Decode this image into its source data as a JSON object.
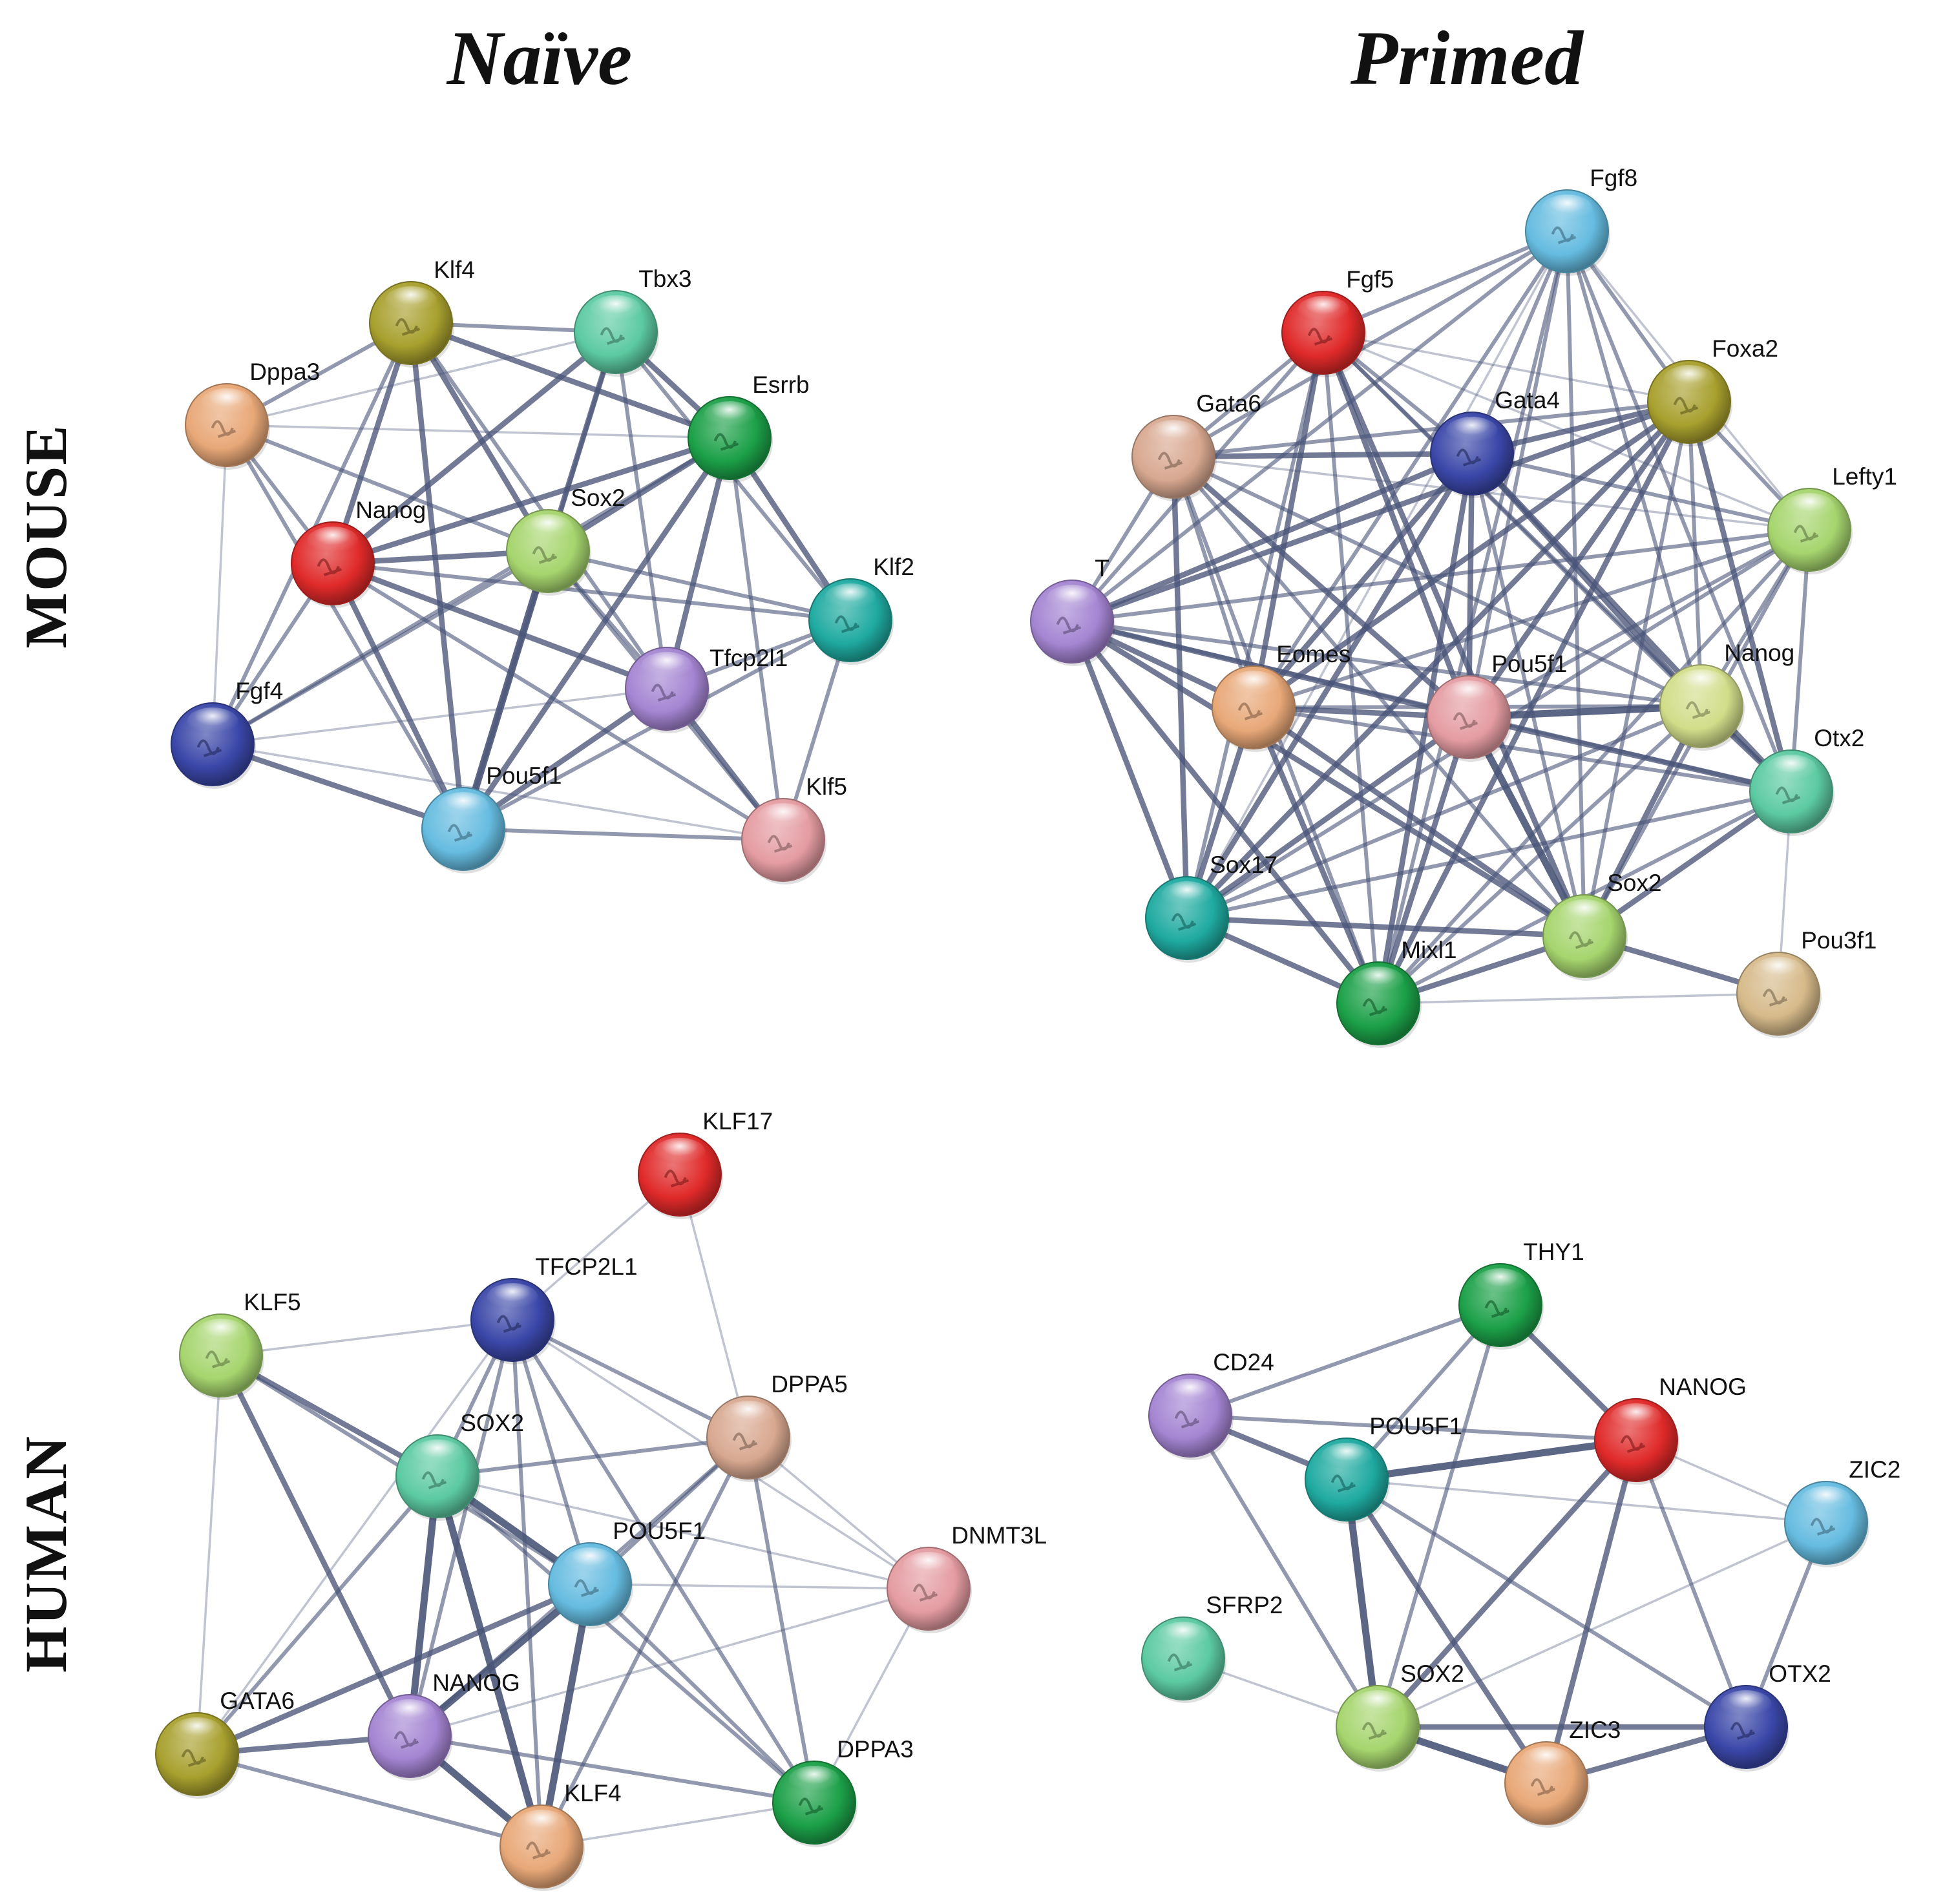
{
  "headings": {
    "col_naive": "Naïve",
    "col_primed": "Primed",
    "row_mouse": "MOUSE",
    "row_human": "HUMAN"
  },
  "colors": {
    "red": "#e02a2a",
    "olive": "#a8a02e",
    "mint": "#5ccaa2",
    "green": "#1ca048",
    "lime": "#a6d56e",
    "teal": "#1faaa0",
    "purple": "#a485d2",
    "navy": "#3a47a8",
    "sky": "#66bce0",
    "pink": "#e49ca2",
    "peach": "#e8a878",
    "tan": "#d8a890",
    "khaki": "#d2dd8a",
    "sand": "#d6ba8a",
    "edge": "#4a5578"
  },
  "networks": [
    {
      "id": "mouse-naive",
      "nodes": [
        {
          "id": "Klf4",
          "label": "Klf4",
          "color": "olive"
        },
        {
          "id": "Tbx3",
          "label": "Tbx3",
          "color": "mint"
        },
        {
          "id": "Dppa3",
          "label": "Dppa3",
          "color": "peach"
        },
        {
          "id": "Esrrb",
          "label": "Esrrb",
          "color": "green"
        },
        {
          "id": "Nanog",
          "label": "Nanog",
          "color": "red"
        },
        {
          "id": "Sox2",
          "label": "Sox2",
          "color": "lime"
        },
        {
          "id": "Klf2",
          "label": "Klf2",
          "color": "teal"
        },
        {
          "id": "Tfcp2l1",
          "label": "Tfcp2l1",
          "color": "purple"
        },
        {
          "id": "Fgf4",
          "label": "Fgf4",
          "color": "navy"
        },
        {
          "id": "Pou5f1",
          "label": "Pou5f1",
          "color": "sky"
        },
        {
          "id": "Klf5",
          "label": "Klf5",
          "color": "pink"
        }
      ],
      "edges": [
        [
          "Klf4",
          "Tbx3",
          2
        ],
        [
          "Klf4",
          "Dppa3",
          2
        ],
        [
          "Klf4",
          "Esrrb",
          3
        ],
        [
          "Klf4",
          "Nanog",
          3
        ],
        [
          "Klf4",
          "Sox2",
          3
        ],
        [
          "Klf4",
          "Tfcp2l1",
          2
        ],
        [
          "Klf4",
          "Pou5f1",
          3
        ],
        [
          "Klf4",
          "Fgf4",
          2
        ],
        [
          "Tbx3",
          "Esrrb",
          3
        ],
        [
          "Tbx3",
          "Nanog",
          3
        ],
        [
          "Tbx3",
          "Sox2",
          3
        ],
        [
          "Tbx3",
          "Tfcp2l1",
          2
        ],
        [
          "Tbx3",
          "Pou5f1",
          2
        ],
        [
          "Tbx3",
          "Dppa3",
          1
        ],
        [
          "Tbx3",
          "Klf2",
          2
        ],
        [
          "Dppa3",
          "Nanog",
          2
        ],
        [
          "Dppa3",
          "Sox2",
          2
        ],
        [
          "Dppa3",
          "Esrrb",
          1
        ],
        [
          "Dppa3",
          "Fgf4",
          1
        ],
        [
          "Dppa3",
          "Pou5f1",
          2
        ],
        [
          "Esrrb",
          "Nanog",
          3
        ],
        [
          "Esrrb",
          "Sox2",
          3
        ],
        [
          "Esrrb",
          "Klf2",
          3
        ],
        [
          "Esrrb",
          "Tfcp2l1",
          3
        ],
        [
          "Esrrb",
          "Pou5f1",
          3
        ],
        [
          "Esrrb",
          "Klf5",
          2
        ],
        [
          "Esrrb",
          "Fgf4",
          2
        ],
        [
          "Nanog",
          "Sox2",
          3
        ],
        [
          "Nanog",
          "Tfcp2l1",
          3
        ],
        [
          "Nanog",
          "Pou5f1",
          3
        ],
        [
          "Nanog",
          "Fgf4",
          2
        ],
        [
          "Nanog",
          "Klf2",
          2
        ],
        [
          "Nanog",
          "Klf5",
          2
        ],
        [
          "Sox2",
          "Tfcp2l1",
          2
        ],
        [
          "Sox2",
          "Pou5f1",
          4
        ],
        [
          "Sox2",
          "Fgf4",
          2
        ],
        [
          "Sox2",
          "Klf2",
          2
        ],
        [
          "Sox2",
          "Klf5",
          2
        ],
        [
          "Tfcp2l1",
          "Klf2",
          2
        ],
        [
          "Tfcp2l1",
          "Pou5f1",
          3
        ],
        [
          "Tfcp2l1",
          "Klf5",
          3
        ],
        [
          "Tfcp2l1",
          "Fgf4",
          1
        ],
        [
          "Klf2",
          "Pou5f1",
          2
        ],
        [
          "Klf2",
          "Klf5",
          2
        ],
        [
          "Fgf4",
          "Pou5f1",
          3
        ],
        [
          "Fgf4",
          "Klf5",
          1
        ],
        [
          "Pou5f1",
          "Klf5",
          2
        ]
      ]
    },
    {
      "id": "mouse-primed",
      "nodes": [
        {
          "id": "Fgf8",
          "label": "Fgf8",
          "color": "sky"
        },
        {
          "id": "Fgf5",
          "label": "Fgf5",
          "color": "red"
        },
        {
          "id": "Foxa2",
          "label": "Foxa2",
          "color": "olive"
        },
        {
          "id": "Gata6",
          "label": "Gata6",
          "color": "tan"
        },
        {
          "id": "Gata4",
          "label": "Gata4",
          "color": "navy"
        },
        {
          "id": "Lefty1",
          "label": "Lefty1",
          "color": "lime"
        },
        {
          "id": "T",
          "label": "T",
          "color": "purple"
        },
        {
          "id": "Eomes",
          "label": "Eomes",
          "color": "peach"
        },
        {
          "id": "Pou5f1",
          "label": "Pou5f1",
          "color": "pink"
        },
        {
          "id": "Nanog",
          "label": "Nanog",
          "color": "khaki"
        },
        {
          "id": "Otx2",
          "label": "Otx2",
          "color": "mint"
        },
        {
          "id": "Sox17",
          "label": "Sox17",
          "color": "teal"
        },
        {
          "id": "Sox2",
          "label": "Sox2",
          "color": "lime"
        },
        {
          "id": "Mixl1",
          "label": "Mixl1",
          "color": "green"
        },
        {
          "id": "Pou3f1",
          "label": "Pou3f1",
          "color": "sand"
        }
      ],
      "edges": [
        [
          "Fgf8",
          "Fgf5",
          2
        ],
        [
          "Fgf8",
          "Foxa2",
          2
        ],
        [
          "Fgf8",
          "Gata6",
          2
        ],
        [
          "Fgf8",
          "Gata4",
          2
        ],
        [
          "Fgf8",
          "Lefty1",
          1
        ],
        [
          "Fgf8",
          "Eomes",
          2
        ],
        [
          "Fgf8",
          "Pou5f1",
          2
        ],
        [
          "Fgf8",
          "Nanog",
          2
        ],
        [
          "Fgf8",
          "Otx2",
          2
        ],
        [
          "Fgf8",
          "Sox2",
          2
        ],
        [
          "Fgf8",
          "Mixl1",
          2
        ],
        [
          "Fgf8",
          "Sox17",
          1
        ],
        [
          "Fgf8",
          "T",
          2
        ],
        [
          "Fgf5",
          "Gata6",
          2
        ],
        [
          "Fgf5",
          "Gata4",
          2
        ],
        [
          "Fgf5",
          "Foxa2",
          1
        ],
        [
          "Fgf5",
          "Eomes",
          3
        ],
        [
          "Fgf5",
          "Pou5f1",
          3
        ],
        [
          "Fgf5",
          "Nanog",
          2
        ],
        [
          "Fgf5",
          "Otx2",
          2
        ],
        [
          "Fgf5",
          "Sox2",
          3
        ],
        [
          "Fgf5",
          "Mixl1",
          2
        ],
        [
          "Fgf5",
          "Sox17",
          2
        ],
        [
          "Fgf5",
          "T",
          2
        ],
        [
          "Fgf5",
          "Lefty1",
          1
        ],
        [
          "Foxa2",
          "Gata6",
          2
        ],
        [
          "Foxa2",
          "Gata4",
          3
        ],
        [
          "Foxa2",
          "Lefty1",
          2
        ],
        [
          "Foxa2",
          "T",
          3
        ],
        [
          "Foxa2",
          "Eomes",
          3
        ],
        [
          "Foxa2",
          "Pou5f1",
          3
        ],
        [
          "Foxa2",
          "Nanog",
          2
        ],
        [
          "Foxa2",
          "Otx2",
          3
        ],
        [
          "Foxa2",
          "Sox17",
          3
        ],
        [
          "Foxa2",
          "Sox2",
          2
        ],
        [
          "Foxa2",
          "Mixl1",
          3
        ],
        [
          "Gata6",
          "Gata4",
          3
        ],
        [
          "Gata6",
          "T",
          2
        ],
        [
          "Gata6",
          "Eomes",
          2
        ],
        [
          "Gata6",
          "Pou5f1",
          3
        ],
        [
          "Gata6",
          "Nanog",
          2
        ],
        [
          "Gata6",
          "Sox17",
          3
        ],
        [
          "Gata6",
          "Sox2",
          2
        ],
        [
          "Gata6",
          "Mixl1",
          2
        ],
        [
          "Gata6",
          "Lefty1",
          1
        ],
        [
          "Gata4",
          "Lefty1",
          2
        ],
        [
          "Gata4",
          "T",
          3
        ],
        [
          "Gata4",
          "Eomes",
          3
        ],
        [
          "Gata4",
          "Pou5f1",
          3
        ],
        [
          "Gata4",
          "Nanog",
          3
        ],
        [
          "Gata4",
          "Otx2",
          3
        ],
        [
          "Gata4",
          "Sox17",
          3
        ],
        [
          "Gata4",
          "Sox2",
          2
        ],
        [
          "Gata4",
          "Mixl1",
          3
        ],
        [
          "Lefty1",
          "T",
          2
        ],
        [
          "Lefty1",
          "Eomes",
          2
        ],
        [
          "Lefty1",
          "Pou5f1",
          2
        ],
        [
          "Lefty1",
          "Nanog",
          2
        ],
        [
          "Lefty1",
          "Otx2",
          2
        ],
        [
          "Lefty1",
          "Sox17",
          2
        ],
        [
          "Lefty1",
          "Sox2",
          2
        ],
        [
          "Lefty1",
          "Mixl1",
          2
        ],
        [
          "T",
          "Eomes",
          3
        ],
        [
          "T",
          "Pou5f1",
          3
        ],
        [
          "T",
          "Nanog",
          2
        ],
        [
          "T",
          "Otx2",
          2
        ],
        [
          "T",
          "Sox17",
          3
        ],
        [
          "T",
          "Sox2",
          3
        ],
        [
          "T",
          "Mixl1",
          3
        ],
        [
          "Eomes",
          "Pou5f1",
          3
        ],
        [
          "Eomes",
          "Nanog",
          2
        ],
        [
          "Eomes",
          "Otx2",
          2
        ],
        [
          "Eomes",
          "Sox17",
          3
        ],
        [
          "Eomes",
          "Sox2",
          3
        ],
        [
          "Eomes",
          "Mixl1",
          3
        ],
        [
          "Pou5f1",
          "Nanog",
          4
        ],
        [
          "Pou5f1",
          "Otx2",
          3
        ],
        [
          "Pou5f1",
          "Sox17",
          3
        ],
        [
          "Pou5f1",
          "Sox2",
          4
        ],
        [
          "Pou5f1",
          "Mixl1",
          3
        ],
        [
          "Nanog",
          "Otx2",
          3
        ],
        [
          "Nanog",
          "Sox17",
          2
        ],
        [
          "Nanog",
          "Sox2",
          3
        ],
        [
          "Nanog",
          "Mixl1",
          2
        ],
        [
          "Otx2",
          "Sox17",
          2
        ],
        [
          "Otx2",
          "Sox2",
          3
        ],
        [
          "Otx2",
          "Mixl1",
          2
        ],
        [
          "Otx2",
          "Pou3f1",
          1
        ],
        [
          "Sox17",
          "Sox2",
          3
        ],
        [
          "Sox17",
          "Mixl1",
          3
        ],
        [
          "Sox2",
          "Mixl1",
          3
        ],
        [
          "Sox2",
          "Pou3f1",
          3
        ],
        [
          "Mixl1",
          "Pou3f1",
          1
        ]
      ]
    },
    {
      "id": "human-naive",
      "nodes": [
        {
          "id": "KLF17",
          "label": "KLF17",
          "color": "red"
        },
        {
          "id": "TFCP2L1",
          "label": "TFCP2L1",
          "color": "navy"
        },
        {
          "id": "KLF5",
          "label": "KLF5",
          "color": "lime"
        },
        {
          "id": "DPPA5",
          "label": "DPPA5",
          "color": "tan"
        },
        {
          "id": "SOX2",
          "label": "SOX2",
          "color": "mint"
        },
        {
          "id": "POU5F1",
          "label": "POU5F1",
          "color": "sky"
        },
        {
          "id": "DNMT3L",
          "label": "DNMT3L",
          "color": "pink"
        },
        {
          "id": "GATA6",
          "label": "GATA6",
          "color": "olive"
        },
        {
          "id": "NANOG",
          "label": "NANOG",
          "color": "purple"
        },
        {
          "id": "DPPA3",
          "label": "DPPA3",
          "color": "green"
        },
        {
          "id": "KLF4",
          "label": "KLF4",
          "color": "peach"
        }
      ],
      "edges": [
        [
          "KLF17",
          "TFCP2L1",
          1
        ],
        [
          "KLF17",
          "DPPA5",
          1
        ],
        [
          "TFCP2L1",
          "KLF5",
          1
        ],
        [
          "TFCP2L1",
          "DPPA5",
          2
        ],
        [
          "TFCP2L1",
          "SOX2",
          2
        ],
        [
          "TFCP2L1",
          "POU5F1",
          2
        ],
        [
          "TFCP2L1",
          "NANOG",
          2
        ],
        [
          "TFCP2L1",
          "KLF4",
          2
        ],
        [
          "TFCP2L1",
          "DPPA3",
          2
        ],
        [
          "TFCP2L1",
          "GATA6",
          1
        ],
        [
          "TFCP2L1",
          "DNMT3L",
          1
        ],
        [
          "KLF5",
          "SOX2",
          3
        ],
        [
          "KLF5",
          "POU5F1",
          2
        ],
        [
          "KLF5",
          "NANOG",
          3
        ],
        [
          "KLF5",
          "GATA6",
          1
        ],
        [
          "DPPA5",
          "SOX2",
          2
        ],
        [
          "DPPA5",
          "POU5F1",
          2
        ],
        [
          "DPPA5",
          "NANOG",
          2
        ],
        [
          "DPPA5",
          "KLF4",
          2
        ],
        [
          "DPPA5",
          "DPPA3",
          2
        ],
        [
          "DPPA5",
          "DNMT3L",
          1
        ],
        [
          "SOX2",
          "POU5F1",
          4
        ],
        [
          "SOX2",
          "NANOG",
          4
        ],
        [
          "SOX2",
          "KLF4",
          4
        ],
        [
          "SOX2",
          "GATA6",
          2
        ],
        [
          "SOX2",
          "DPPA3",
          2
        ],
        [
          "SOX2",
          "DNMT3L",
          1
        ],
        [
          "POU5F1",
          "NANOG",
          4
        ],
        [
          "POU5F1",
          "KLF4",
          4
        ],
        [
          "POU5F1",
          "GATA6",
          3
        ],
        [
          "POU5F1",
          "DPPA3",
          2
        ],
        [
          "POU5F1",
          "DNMT3L",
          1
        ],
        [
          "DNMT3L",
          "DPPA3",
          1
        ],
        [
          "DNMT3L",
          "NANOG",
          1
        ],
        [
          "GATA6",
          "NANOG",
          3
        ],
        [
          "GATA6",
          "KLF4",
          2
        ],
        [
          "NANOG",
          "KLF4",
          4
        ],
        [
          "NANOG",
          "DPPA3",
          2
        ],
        [
          "KLF4",
          "DPPA3",
          1
        ]
      ]
    },
    {
      "id": "human-primed",
      "nodes": [
        {
          "id": "THY1",
          "label": "THY1",
          "color": "green"
        },
        {
          "id": "CD24",
          "label": "CD24",
          "color": "purple"
        },
        {
          "id": "NANOG",
          "label": "NANOG",
          "color": "red"
        },
        {
          "id": "POU5F1",
          "label": "POU5F1",
          "color": "teal"
        },
        {
          "id": "ZIC2",
          "label": "ZIC2",
          "color": "sky"
        },
        {
          "id": "SFRP2",
          "label": "SFRP2",
          "color": "mint"
        },
        {
          "id": "SOX2",
          "label": "SOX2",
          "color": "lime"
        },
        {
          "id": "OTX2",
          "label": "OTX2",
          "color": "navy"
        },
        {
          "id": "ZIC3",
          "label": "ZIC3",
          "color": "peach"
        }
      ],
      "edges": [
        [
          "THY1",
          "CD24",
          2
        ],
        [
          "THY1",
          "POU5F1",
          2
        ],
        [
          "THY1",
          "NANOG",
          3
        ],
        [
          "THY1",
          "SOX2",
          2
        ],
        [
          "CD24",
          "POU5F1",
          3
        ],
        [
          "CD24",
          "NANOG",
          2
        ],
        [
          "CD24",
          "SOX2",
          2
        ],
        [
          "POU5F1",
          "NANOG",
          4
        ],
        [
          "POU5F1",
          "SOX2",
          4
        ],
        [
          "POU5F1",
          "ZIC2",
          1
        ],
        [
          "POU5F1",
          "ZIC3",
          3
        ],
        [
          "POU5F1",
          "OTX2",
          2
        ],
        [
          "NANOG",
          "SOX2",
          3
        ],
        [
          "NANOG",
          "ZIC3",
          3
        ],
        [
          "NANOG",
          "OTX2",
          2
        ],
        [
          "NANOG",
          "ZIC2",
          1
        ],
        [
          "ZIC2",
          "OTX2",
          2
        ],
        [
          "ZIC2",
          "SOX2",
          1
        ],
        [
          "SOX2",
          "ZIC3",
          4
        ],
        [
          "SOX2",
          "OTX2",
          3
        ],
        [
          "SOX2",
          "SFRP2",
          1
        ],
        [
          "ZIC3",
          "OTX2",
          3
        ]
      ]
    }
  ]
}
